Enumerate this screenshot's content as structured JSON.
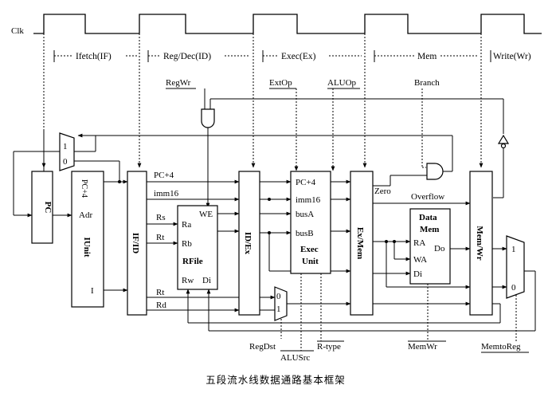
{
  "clock": {
    "label": "Clk"
  },
  "stages": [
    "Ifetch(IF)",
    "Reg/Dec(ID)",
    "Exec(Ex)",
    "Mem",
    "Write(Wr)"
  ],
  "control": {
    "regwr": "RegWr",
    "extop": "ExtOp",
    "aluop": "ALUOp",
    "branch": "Branch",
    "regdst": "RegDst",
    "alusrc": "ALUSrc",
    "rtype": "R-type",
    "memwr": "MemWr",
    "memtoreg": "MemtoReg"
  },
  "blocks": {
    "pc": "PC",
    "iunit": "IUnit",
    "ifid": "IF/ID",
    "rfile": "RFile",
    "idex": "ID/Ex",
    "exec1": "Exec",
    "exec2": "Unit",
    "exmem": "Ex/Mem",
    "datamem1": "Data",
    "datamem2": "Mem",
    "memwr": "Mem/Wr"
  },
  "pcmux": {
    "in1": "1",
    "in0": "0"
  },
  "iunit": {
    "pc4": "PC+4",
    "adr": "Adr",
    "i": "I"
  },
  "signals": {
    "pc4": "PC+4",
    "imm16": "imm16",
    "rs": "Rs",
    "rt": "Rt",
    "rd": "Rd",
    "zero": "Zero",
    "overflow": "Overflow"
  },
  "rfile": {
    "we": "WE",
    "ra": "Ra",
    "rb": "Rb",
    "rw": "Rw",
    "di": "Di"
  },
  "regdstmux": {
    "in0": "0",
    "in1": "1"
  },
  "exec": {
    "pc4": "PC+4",
    "imm16": "imm16",
    "busa": "busA",
    "busb": "busB"
  },
  "datamem": {
    "ra": "RA",
    "wa": "WA",
    "do": "Do",
    "di": "Di"
  },
  "memtoregmux": {
    "in1": "1",
    "in0": "0"
  },
  "caption": "五段流水线数据通路基本框架"
}
